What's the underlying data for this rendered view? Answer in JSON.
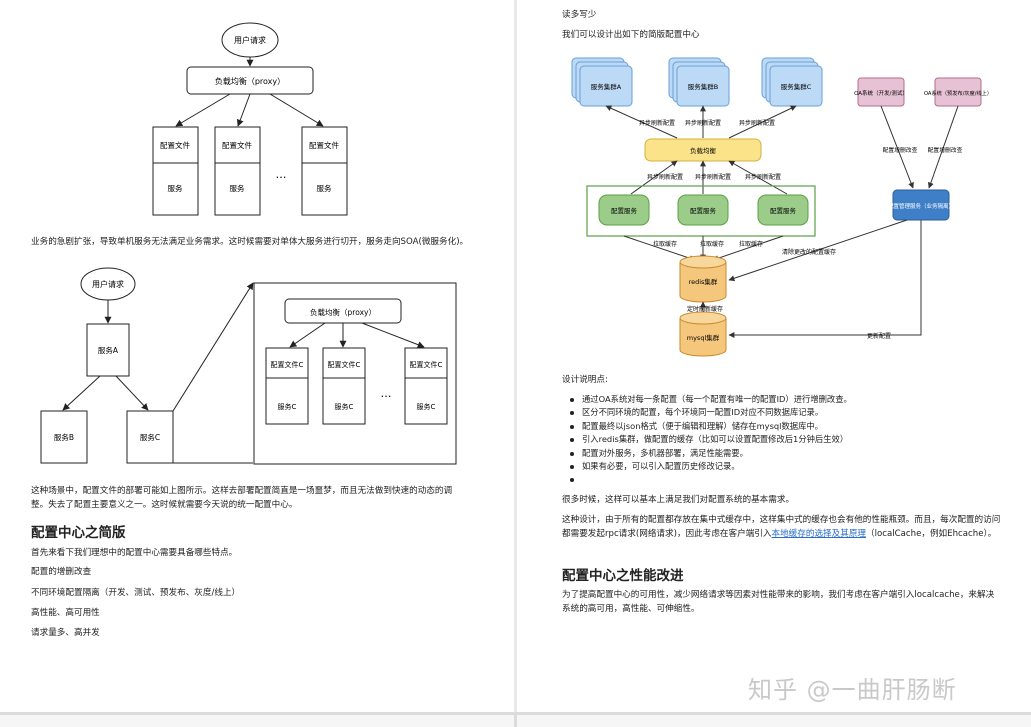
{
  "left": {
    "diagram1": {
      "user_request": "用户请求",
      "load_balancer": "负载均衡（proxy）",
      "config_file": "配置文件",
      "service": "服务",
      "ellipsis": "…"
    },
    "para1": "业务的急剧扩张，导致单机服务无法满足业务需求。这时候需要对单体大服务进行切开，服务走向SOA(微服务化)。",
    "diagram2": {
      "user_request": "用户请求",
      "service_a": "服务A",
      "service_b": "服务B",
      "service_c": "服务C",
      "load_balancer": "负载均衡（proxy）",
      "config_file_c": "配置文件C",
      "service_c_box": "服务C",
      "ellipsis": "…"
    },
    "para2": "这种场景中，配置文件的部署可能如上图所示。这样去部署配置简直是一场噩梦，而且无法做到快速的动态的调整。失去了配置主要意义之一。这时候就需要今天说的统一配置中心。",
    "heading": "配置中心之简版",
    "intro": "首先来看下我们理想中的配置中心需要具备哪些特点。",
    "features": [
      "配置的增删改查",
      "不同环境配置隔离（开发、测试、预发布、灰度/线上）",
      "高性能、高可用性",
      "请求量多、高并发"
    ]
  },
  "right": {
    "line1": "读多写少",
    "line2": "我们可以设计出如下的简版配置中心",
    "diagram": {
      "cluster_a": "服务集群A",
      "cluster_b": "服务集群B",
      "cluster_c": "服务集群C",
      "oa_dev": "OA系统（开发/测试）",
      "oa_prod": "OA系统（预发布/灰度/线上）",
      "async_refresh": "异步刷新配置",
      "load_balance": "负载均衡",
      "config_service": "配置服务",
      "pull_cache": "拉取缓存",
      "redis": "redis集群",
      "mysql": "mysql集群",
      "timed_refresh": "定时刷新缓存",
      "config_crud": "配置增删改查",
      "admin_service": "配置管理服务（业务隔离）",
      "clear_cache": "清除更改的配置缓存",
      "update_config": "更新配置"
    },
    "design_title": "设计说明点:",
    "design_points": [
      "通过OA系统对每一条配置（每一个配置有唯一的配置ID）进行增删改查。",
      "区分不同环境的配置，每个环境同一配置ID对应不同数据库记录。",
      "配置最终以json格式（便于编辑和理解）储存在mysql数据库中。",
      "引入redis集群，做配置的缓存（比如可以设置配置修改后1分钟后生效）",
      "配置对外服务，多机器部署，满足性能需要。",
      "如果有必要，可以引入配置历史修改记录。",
      ""
    ],
    "para1": "很多时候，这样可以基本上满足我们对配置系统的基本需求。",
    "para2_a": "这种设计，由于所有的配置都存放在集中式缓存中，这样集中式的缓存也会有他的性能瓶颈。而且，每次配置的访问都需要发起rpc请求(网络请求)，因此考虑在客户端引入",
    "para2_link": "本地缓存的选择及其原理",
    "para2_b": "（localCache，例如Ehcache）。",
    "heading": "配置中心之性能改进",
    "para3": "为了提高配置中心的可用性，减少网络请求等因素对性能带来的影响，我们考虑在客户端引入localcache，来解决系统的高可用，高性能、可伸缩性。"
  },
  "watermark": "知乎 @一曲肝肠断",
  "colors": {
    "cluster_blue": "#bcd9f5",
    "cluster_border": "#6a9fd6",
    "oa_pink": "#e7c2d4",
    "lb_yellow": "#fbe38a",
    "service_green": "#9bcc8a",
    "redis_orange": "#f5c77d",
    "admin_blue": "#3f7fc8",
    "link": "#2a6cc9"
  }
}
